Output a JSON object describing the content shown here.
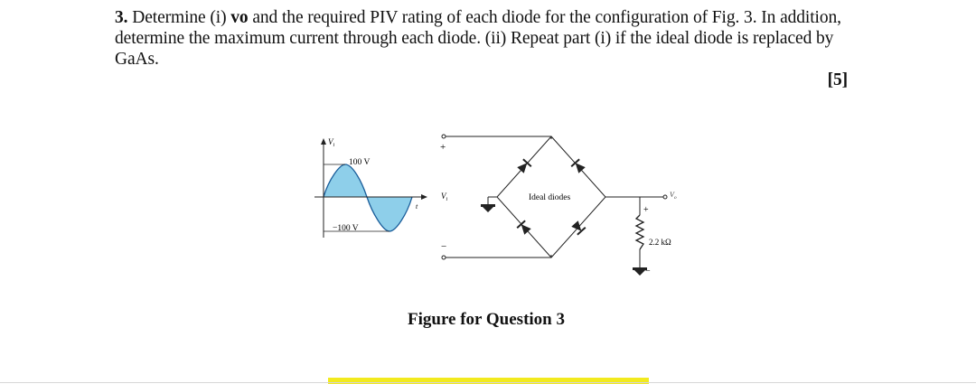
{
  "question": {
    "number": "3.",
    "text_before_bold": " Determine (i) ",
    "bold_term": "vo",
    "text_after_bold": " and the required PIV rating of each diode for the configuration of Fig. 3. In addition, determine the maximum current through each diode. (ii) Repeat part (i) if the ideal diode is replaced by GaAs.",
    "marks": "[5]"
  },
  "figure": {
    "waveform": {
      "y_axis_label": "V",
      "y_axis_subscript": "i",
      "x_axis_label": "t",
      "peak_label": "100 V",
      "trough_label": "−100 V",
      "fill_color": "#8ecfea"
    },
    "circuit": {
      "input_plus": "+",
      "input_label": "V",
      "input_subscript": "i",
      "input_minus": "−",
      "bridge_label": "Ideal diodes",
      "output_label": "V",
      "output_subscript": "o",
      "resistor_label": "2.2 kΩ",
      "resistor_plus": "+",
      "resistor_minus": "−"
    }
  },
  "caption": "Figure for Question 3",
  "highlight_color": "#f2ea1e"
}
